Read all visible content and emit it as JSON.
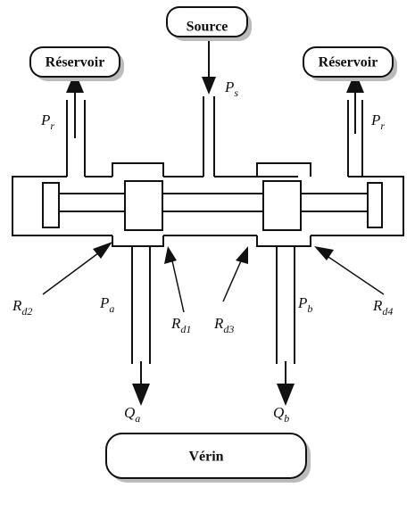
{
  "boxes": {
    "source": "Source",
    "reservoir_left": "Réservoir",
    "reservoir_right": "Réservoir",
    "verin": "Vérin"
  },
  "pressures": {
    "supply": {
      "main": "P",
      "sub": "s"
    },
    "return_left": {
      "main": "P",
      "sub": "r"
    },
    "return_right": {
      "main": "P",
      "sub": "r"
    },
    "port_a": {
      "main": "P",
      "sub": "a"
    },
    "port_b": {
      "main": "P",
      "sub": "b"
    }
  },
  "flows": {
    "port_a": {
      "main": "Q",
      "sub": "a"
    },
    "port_b": {
      "main": "Q",
      "sub": "b"
    }
  },
  "restrictions": {
    "rd1": {
      "main": "R",
      "sub": "d1"
    },
    "rd2": {
      "main": "R",
      "sub": "d2"
    },
    "rd3": {
      "main": "R",
      "sub": "d3"
    },
    "rd4": {
      "main": "R",
      "sub": "d4"
    }
  }
}
